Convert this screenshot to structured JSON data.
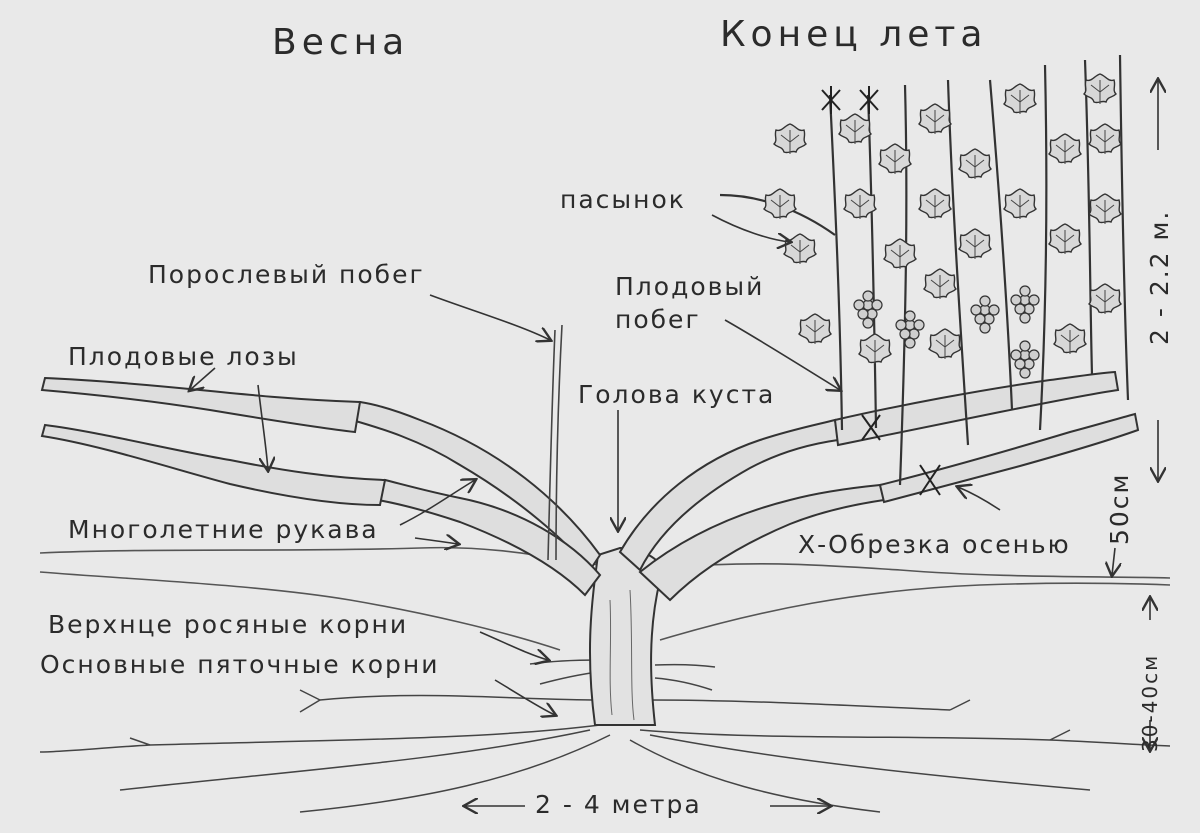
{
  "headings": {
    "spring": "Весна",
    "late_summer": "Конец лета"
  },
  "labels": {
    "lateral_shoot": "пасынок",
    "suckering_shoot": "Порослевый побег",
    "fruit_shoot_line1": "Плодовый",
    "fruit_shoot_line2": "побег",
    "fruit_vines": "Плодовые лозы",
    "bush_head": "Голова куста",
    "perennial_arms": "Многолетние рукава",
    "pruning_note": "Х-Обрезка осенью",
    "upper_dew_roots": "Верхнце росяные корни",
    "main_heel_roots": "Основные пяточные корни"
  },
  "dimensions": {
    "spread": "2 - 4 метра",
    "height": "2 - 2.2 м.",
    "trunk_height": "50см",
    "root_depth": "30-40см"
  },
  "colors": {
    "paper": "#e9e9e9",
    "pencil": "#3a3a3a"
  }
}
